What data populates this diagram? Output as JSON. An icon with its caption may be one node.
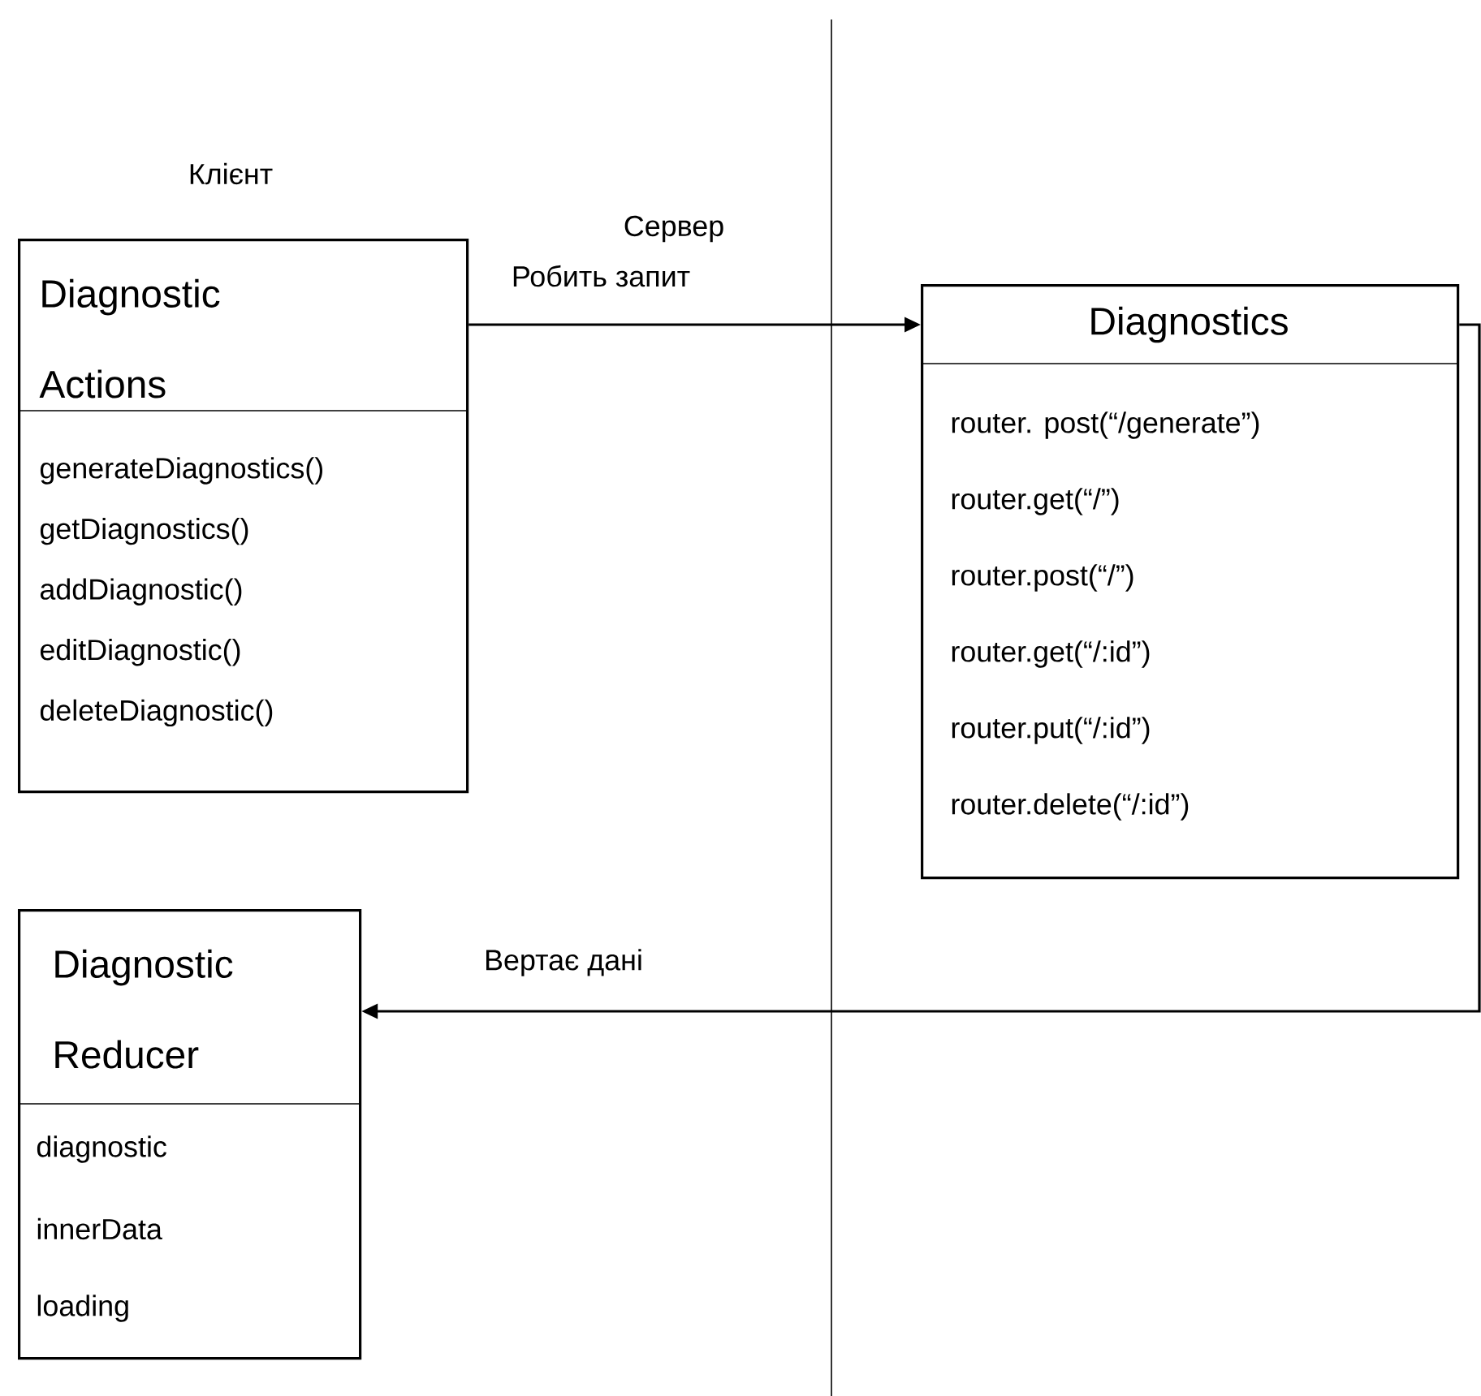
{
  "diagram": {
    "nodes": [
      {
        "text": [
          "Diagnostic Actions",
          "generateDiagnostics()",
          "getDiagnostics()",
          "addDiagnostic()",
          "editDiagnostic()",
          "deleteDiagnostic()"
        ]
      },
      {
        "text": [
          "Diagnostics",
          "router. post(“/generate”)",
          "router.get(“/”)",
          "router.post(“/”)",
          "router.get(“/:id”)",
          "router.put(“/:id”)",
          "router.delete(“/:id”)"
        ]
      },
      {
        "text": [
          "Diagnostic Reducer",
          "diagnostic",
          "innerData",
          "loading"
        ]
      }
    ],
    "edges": [
      {
        "from": 0,
        "to": 1,
        "arrow": "to",
        "label": "Робить запит"
      },
      {
        "from": 1,
        "to": 2,
        "arrow": "to",
        "label": "Вертає дані"
      }
    ],
    "labels": [
      "Клієнт",
      "Сервер"
    ]
  }
}
